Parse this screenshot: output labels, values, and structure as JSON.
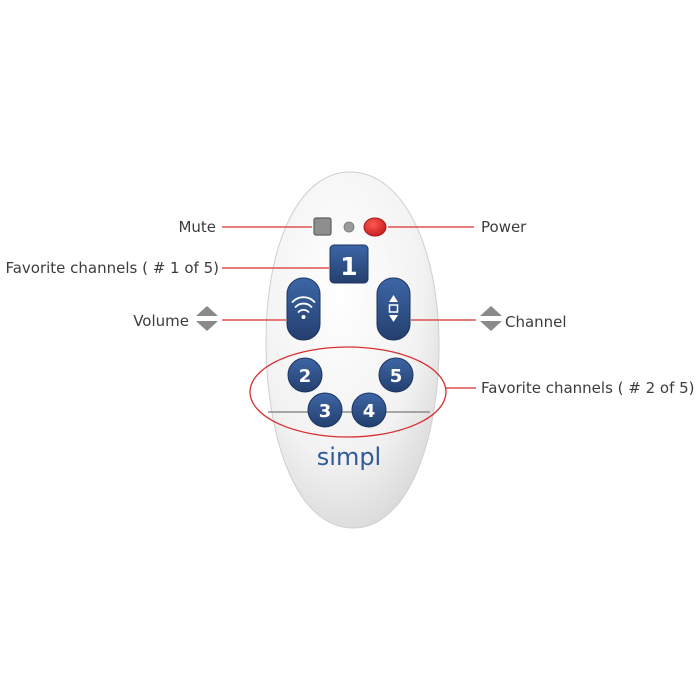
{
  "brand": "simpl",
  "labels": {
    "mute": "Mute",
    "power": "Power",
    "favorite_1": "Favorite channels ( # 1 of 5)",
    "volume": "Volume",
    "channel": "Channel",
    "favorite_2": "Favorite channels ( # 2 of 5)"
  },
  "buttons": {
    "fav1": "1",
    "fav2": "2",
    "fav3": "3",
    "fav4": "4",
    "fav5": "5"
  },
  "colors": {
    "button_blue": "#2e4f87",
    "power_red": "#e0262a",
    "leader_red": "#d9302f",
    "mute_gray": "#8e8e8e",
    "label_text": "#3c3c3c",
    "brand_blue": "#2e5a9c"
  },
  "icons": {
    "volume": "volume-wave-icon",
    "channel": "channel-up-down-icon",
    "volume_arrows": "up-down-arrows-icon",
    "channel_arrows": "up-down-arrows-icon"
  }
}
